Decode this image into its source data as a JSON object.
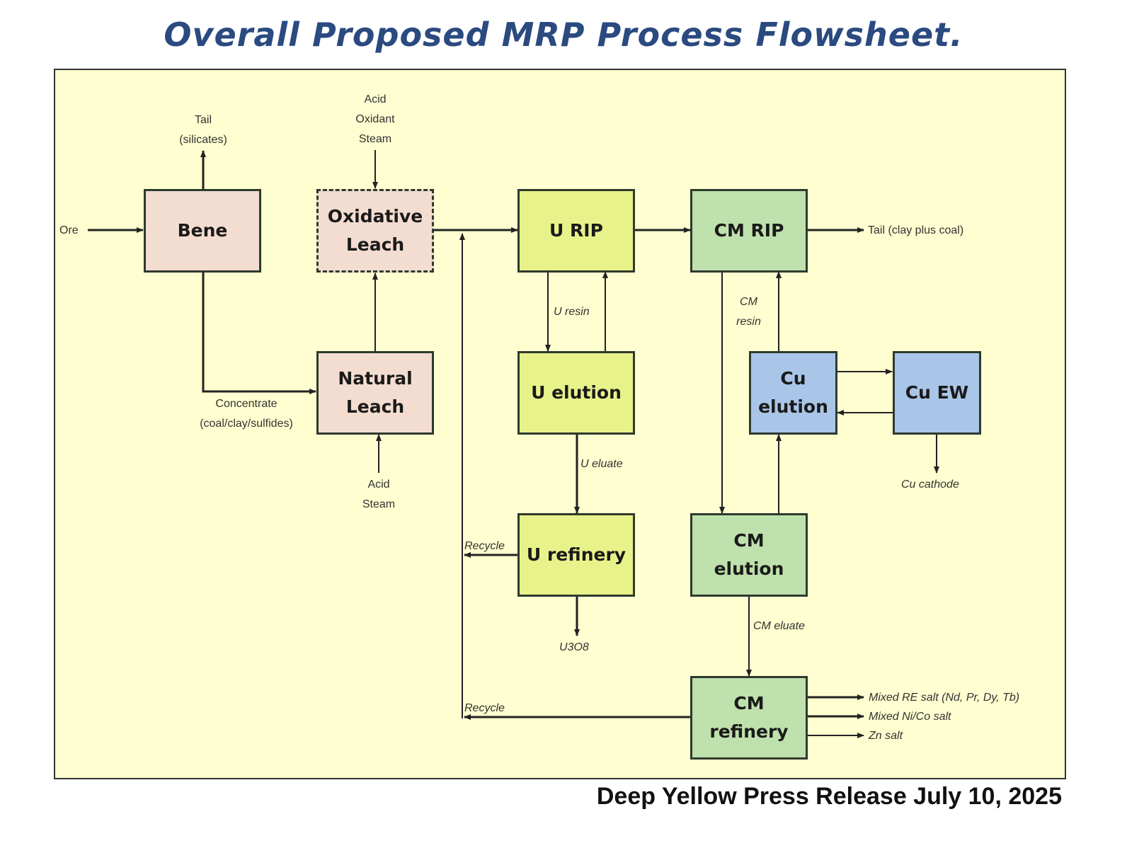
{
  "title": "Overall Proposed MRP Process Flowsheet.",
  "footer": "Deep Yellow Press Release July 10, 2025",
  "colors": {
    "title": "#2a4a80",
    "panel": "#fefed0",
    "pink": "#f3ddd0",
    "lime": "#e8f28a",
    "green": "#bfe1ad",
    "blue": "#a9c6e8"
  },
  "boxes": {
    "bene": "Bene",
    "oxidative_leach": "Oxidative\nLeach",
    "natural_leach": "Natural\nLeach",
    "u_rip": "U RIP",
    "cm_rip": "CM RIP",
    "u_elution": "U elution",
    "u_refinery": "U refinery",
    "cu_elution": "Cu\nelution",
    "cu_ew": "Cu EW",
    "cm_elution": "CM\nelution",
    "cm_refinery": "CM\nrefinery"
  },
  "labels": {
    "ore": "Ore",
    "tail_silicates": "Tail\n(silicates)",
    "acid_oxidant_steam": "Acid\nOxidant\nSteam",
    "concentrate": "Concentrate\n(coal/clay/sulfides)",
    "acid_steam": "Acid\nSteam",
    "tail_clay_coal": "Tail (clay plus coal)",
    "u_resin": "U resin",
    "cm_resin": "CM\nresin",
    "u_eluate": "U eluate",
    "recycle_1": "Recycle",
    "u3o8": "U3O8",
    "cu_cathode": "Cu cathode",
    "cm_eluate": "CM eluate",
    "recycle_2": "Recycle",
    "mixed_re_salt": "Mixed RE salt (Nd, Pr, Dy, Tb)",
    "mixed_nico_salt": "Mixed Ni/Co salt",
    "zn_salt": "Zn salt"
  }
}
